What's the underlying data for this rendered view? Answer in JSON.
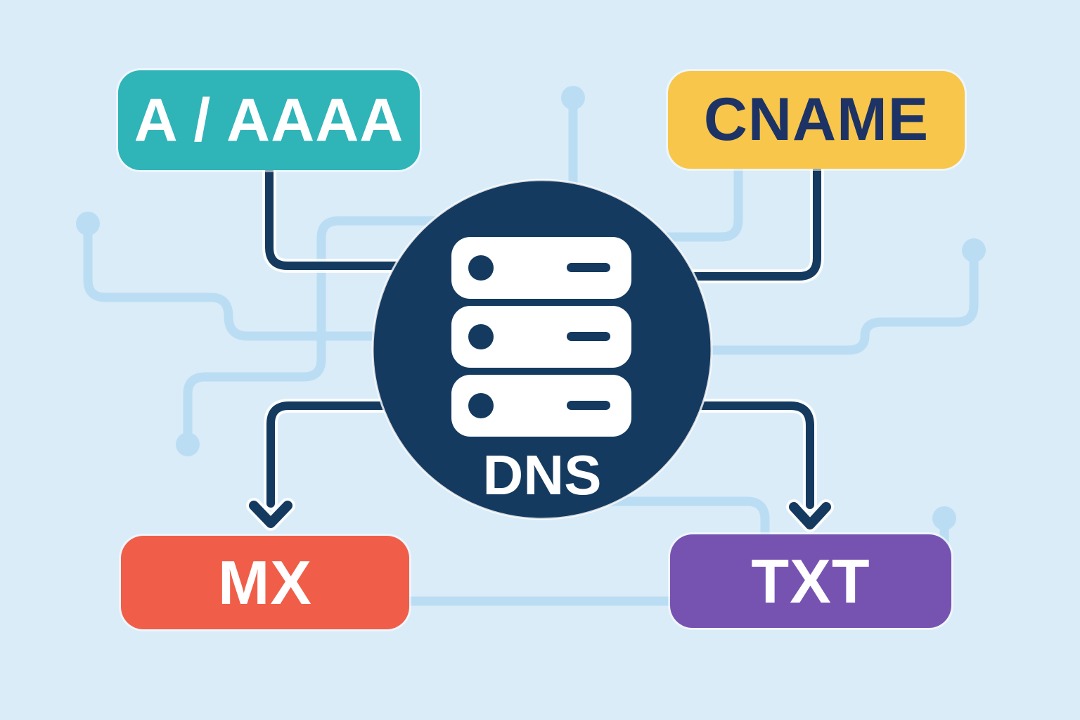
{
  "title": "DNS record types diagram",
  "colors": {
    "background": "#D9ECF8",
    "trace": "#BBDDF3",
    "navy": "#153A5F",
    "teal": "#2FB4B8",
    "yellow": "#F8C64A",
    "coral": "#F05E49",
    "purple": "#7753B1",
    "cname_text": "#1D3365"
  },
  "center": {
    "label": "DNS",
    "icon": "server-stack-icon"
  },
  "nodes": [
    {
      "id": "a-aaaa",
      "label": "A / AAAA",
      "color": "#2FB4B8",
      "position": "top-left"
    },
    {
      "id": "cname",
      "label": "CNAME",
      "color": "#F8C64A",
      "position": "top-right"
    },
    {
      "id": "mx",
      "label": "MX",
      "color": "#F05E49",
      "position": "bottom-left"
    },
    {
      "id": "txt",
      "label": "TXT",
      "color": "#7753B1",
      "position": "bottom-right"
    }
  ],
  "edges": [
    {
      "from": "a-aaaa",
      "to": "dns",
      "arrow": false
    },
    {
      "from": "cname",
      "to": "dns",
      "arrow": false
    },
    {
      "from": "dns",
      "to": "mx",
      "arrow": true
    },
    {
      "from": "dns",
      "to": "txt",
      "arrow": true
    }
  ]
}
